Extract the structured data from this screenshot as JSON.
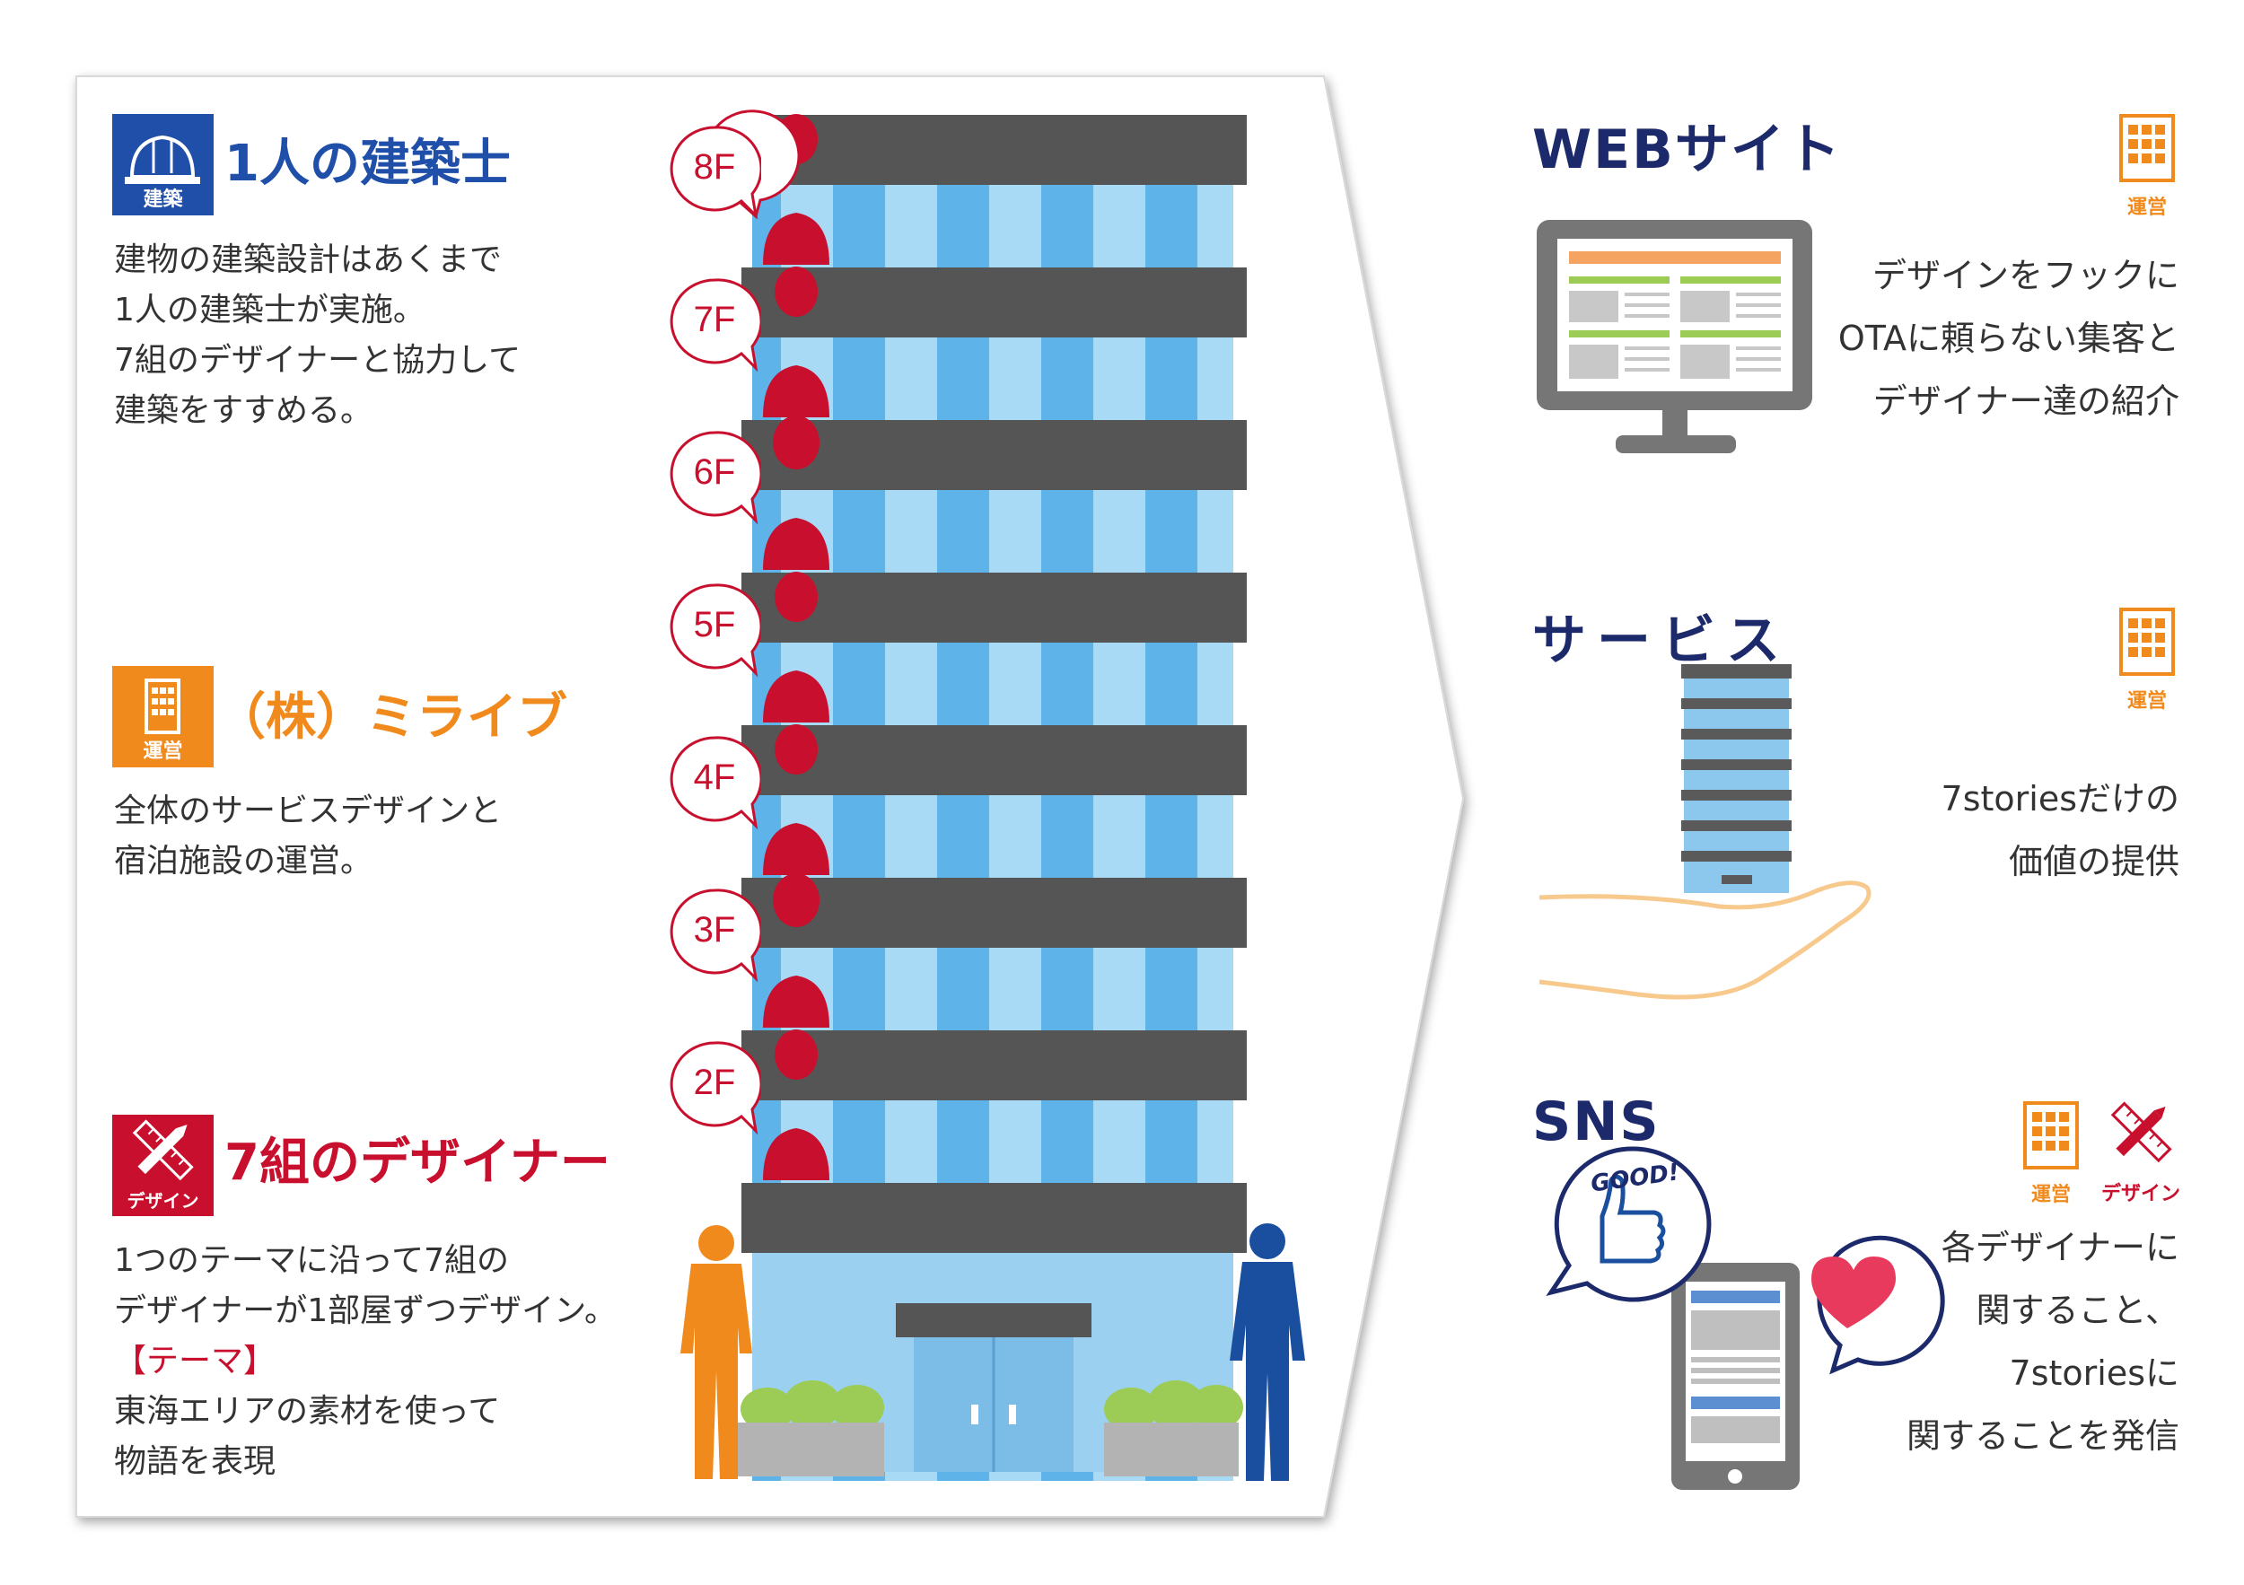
{
  "left": {
    "architect": {
      "icon_label": "建築",
      "title": "1人の建築士",
      "desc": [
        "建物の建築設計はあくまで",
        "1人の建築士が実施。",
        "7組のデザイナーと協力して",
        "建築をすすめる。"
      ]
    },
    "company": {
      "icon_label": "運営",
      "title": "（株）ミライブ",
      "desc": [
        "全体のサービスデザインと",
        "宿泊施設の運営。"
      ]
    },
    "designers": {
      "icon_label": "デザイン",
      "title": "7組のデザイナー",
      "desc": [
        "1つのテーマに沿って7組の",
        "デザイナーが1部屋ずつデザイン。"
      ],
      "theme_label": "【テーマ】",
      "theme_desc": [
        "東海エリアの素材を使って",
        "物語を表現"
      ]
    }
  },
  "building": {
    "floors": [
      "8F",
      "7F",
      "6F",
      "5F",
      "4F",
      "3F",
      "2F"
    ]
  },
  "right": {
    "web": {
      "title": "WEBサイト",
      "tag": "運営",
      "desc": [
        "デザインをフックに",
        "OTAに頼らない集客と",
        "デザイナー達の紹介"
      ]
    },
    "service": {
      "title": "サービス",
      "tag": "運営",
      "desc": [
        "7storiesだけの",
        "価値の提供"
      ]
    },
    "sns": {
      "title": "SNS",
      "tag1": "運営",
      "tag2": "デザイン",
      "good": "GOOD!",
      "desc": [
        "各デザイナーに",
        "関すること、",
        "7storiesに",
        "関することを発信"
      ]
    }
  },
  "colors": {
    "blue": "#1f4fa8",
    "orange": "#f18a1c",
    "crimson": "#c8102e",
    "navy": "#1c2a6b",
    "dark_gray": "#555555"
  }
}
